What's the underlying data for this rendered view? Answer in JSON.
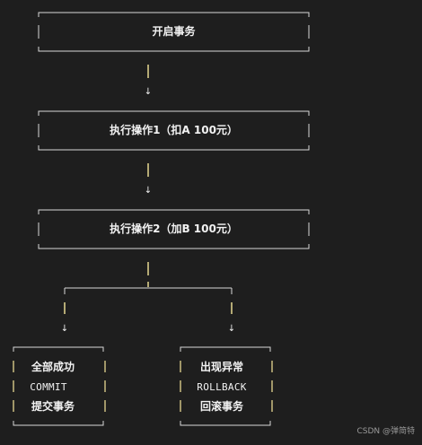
{
  "steps": {
    "start": "开启事务",
    "op1": "执行操作1（扣A 100元）",
    "op2": "执行操作2（加B 100元）"
  },
  "outcomes": {
    "success": {
      "line1": "全部成功",
      "line2": "COMMIT",
      "line3": "提交事务"
    },
    "failure": {
      "line1": "出现异常",
      "line2": "ROLLBACK",
      "line3": "回滚事务"
    }
  },
  "watermark": "CSDN @弹简特",
  "colors": {
    "background": "#1e1e1e",
    "box_border": "#d8d8d8",
    "connector": "#e6d890",
    "text": "#f2f2f2",
    "watermark": "#9a9a9a"
  }
}
